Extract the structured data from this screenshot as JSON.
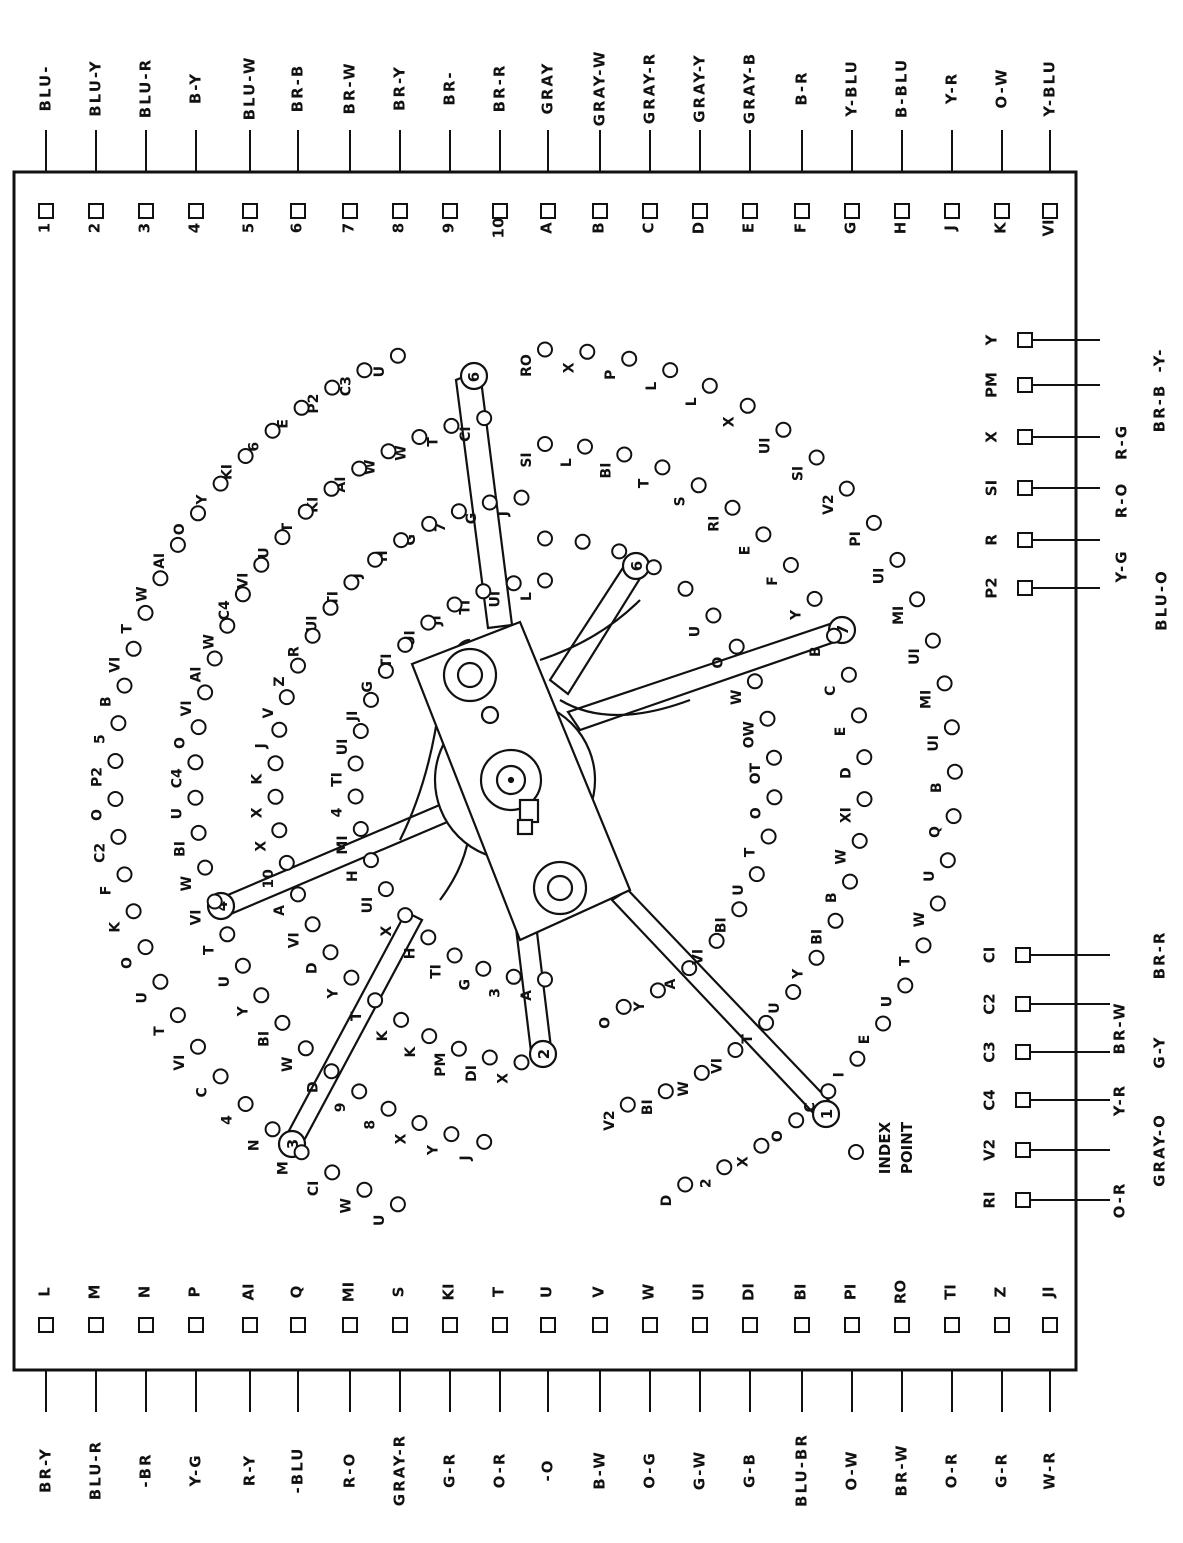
{
  "top_terminals": [
    {
      "term": "1",
      "wire": "BLU-"
    },
    {
      "term": "2",
      "wire": "BLU-Y"
    },
    {
      "term": "3",
      "wire": "BLU-R"
    },
    {
      "term": "4",
      "wire": "B-Y"
    },
    {
      "term": "5",
      "wire": "BLU-W"
    },
    {
      "term": "6",
      "wire": "BR-B"
    },
    {
      "term": "7",
      "wire": "BR-W"
    },
    {
      "term": "8",
      "wire": "BR-Y"
    },
    {
      "term": "9",
      "wire": "BR-"
    },
    {
      "term": "10",
      "wire": "BR-R"
    },
    {
      "term": "A",
      "wire": "GRAY"
    },
    {
      "term": "B",
      "wire": "GRAY-W"
    },
    {
      "term": "C",
      "wire": "GRAY-R"
    },
    {
      "term": "D",
      "wire": "GRAY-Y"
    },
    {
      "term": "E",
      "wire": "GRAY-B"
    },
    {
      "term": "F",
      "wire": "B-R"
    },
    {
      "term": "G",
      "wire": "Y-BLU"
    },
    {
      "term": "H",
      "wire": "B-BLU"
    },
    {
      "term": "J",
      "wire": "Y-R"
    },
    {
      "term": "K",
      "wire": "O-W"
    },
    {
      "term": "VI",
      "wire": "Y-BLU"
    }
  ],
  "bottom_terminals": [
    {
      "term": "L",
      "wire": "BR-Y"
    },
    {
      "term": "M",
      "wire": "BLU-R"
    },
    {
      "term": "N",
      "wire": "-BR"
    },
    {
      "term": "P",
      "wire": "Y-G"
    },
    {
      "term": "AI",
      "wire": "R-Y"
    },
    {
      "term": "Q",
      "wire": "-BLU"
    },
    {
      "term": "MI",
      "wire": "R-O"
    },
    {
      "term": "S",
      "wire": "GRAY-R"
    },
    {
      "term": "KI",
      "wire": "G-R"
    },
    {
      "term": "T",
      "wire": "O-R"
    },
    {
      "term": "U",
      "wire": "-O"
    },
    {
      "term": "V",
      "wire": "B-W"
    },
    {
      "term": "W",
      "wire": "O-G"
    },
    {
      "term": "UI",
      "wire": "G-W"
    },
    {
      "term": "DI",
      "wire": "G-B"
    },
    {
      "term": "BI",
      "wire": "BLU-BR"
    },
    {
      "term": "PI",
      "wire": "O-W"
    },
    {
      "term": "RO",
      "wire": "BR-W"
    },
    {
      "term": "TI",
      "wire": "O-R"
    },
    {
      "term": "Z",
      "wire": "G-R"
    },
    {
      "term": "JI",
      "wire": "W-R"
    }
  ],
  "right_upper_terminals": [
    {
      "term": "Y",
      "wire": "-Y-"
    },
    {
      "term": "PM",
      "wire": "BR-B"
    },
    {
      "term": "X",
      "wire": "R-G"
    },
    {
      "term": "SI",
      "wire": "R-O"
    },
    {
      "term": "R",
      "wire": "Y-G"
    },
    {
      "term": "P2",
      "wire": "BLU-O"
    }
  ],
  "right_lower_terminals": [
    {
      "term": "CI",
      "wire": "BR-R"
    },
    {
      "term": "C2",
      "wire": "BR-W"
    },
    {
      "term": "C3",
      "wire": "G-Y"
    },
    {
      "term": "C4",
      "wire": "Y-R"
    },
    {
      "term": "V2",
      "wire": "GRAY-O"
    },
    {
      "term": "RI",
      "wire": "O-R"
    }
  ],
  "arm_numbers": [
    "1",
    "2",
    "3",
    "4",
    "6",
    "6",
    "7"
  ],
  "index_point": [
    "INDEX",
    "POINT"
  ],
  "contact_labels": [
    "U",
    "C3",
    "P2",
    "E",
    "6",
    "KI",
    "Y",
    "O",
    "AI",
    "W",
    "T",
    "VI",
    "B",
    "5",
    "P2",
    "O",
    "C2",
    "F",
    "K",
    "O",
    "U",
    "T",
    "VI",
    "C",
    "4",
    "N",
    "M",
    "CI",
    "W",
    "U",
    "CI",
    "T",
    "W",
    "W",
    "AI",
    "KI",
    "T",
    "U",
    "VI",
    "C4",
    "W",
    "AI",
    "VI",
    "O",
    "C4",
    "U",
    "BI",
    "W",
    "VI",
    "T",
    "U",
    "Y",
    "BI",
    "W",
    "D",
    "9",
    "8",
    "X",
    "Y",
    "J",
    "J",
    "G",
    "7",
    "G",
    "H",
    "J",
    "TI",
    "UI",
    "R",
    "Z",
    "V",
    "J",
    "K",
    "X",
    "X",
    "10",
    "A",
    "VI",
    "D",
    "Y",
    "T",
    "K",
    "K",
    "PM",
    "DI",
    "X",
    "L",
    "UI",
    "TI",
    "JI",
    "UI",
    "TI",
    "G",
    "JI",
    "UI",
    "TI",
    "4",
    "MI",
    "H",
    "UI",
    "X",
    "H",
    "TI",
    "G",
    "3",
    "A",
    "D",
    "2",
    "X",
    "O",
    "C",
    "I",
    "E",
    "U",
    "T",
    "W",
    "U",
    "Q",
    "B",
    "UI",
    "MI",
    "UI",
    "MI",
    "UI",
    "PI",
    "V2",
    "SI",
    "UI",
    "X",
    "L",
    "L",
    "P",
    "X",
    "RO",
    "V2",
    "BI",
    "W",
    "VI",
    "T",
    "U",
    "Y",
    "BI",
    "B",
    "W",
    "XI",
    "D",
    "E",
    "C",
    "B",
    "Y",
    "F",
    "E",
    "RI",
    "S",
    "T",
    "BI",
    "L",
    "SI",
    "O",
    "Y",
    "A",
    "VI",
    "BI",
    "U",
    "T",
    "O",
    "OT",
    "OW",
    "W",
    "O",
    "U"
  ]
}
